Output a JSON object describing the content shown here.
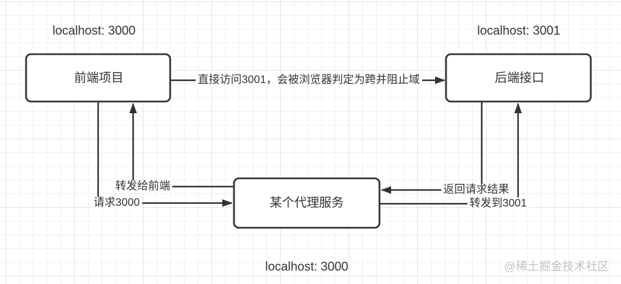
{
  "diagram": {
    "host_labels": {
      "frontend": "localhost: 3000",
      "backend": "localhost: 3001",
      "proxy": "localhost: 3000"
    },
    "nodes": {
      "frontend": {
        "label": "前端项目"
      },
      "backend": {
        "label": "后端接口"
      },
      "proxy": {
        "label": "某个代理服务"
      }
    },
    "edges": {
      "frontend_to_backend": {
        "label": "直接访问3001，会被浏览器判定为跨并阻止域",
        "from": "前端项目",
        "to": "后端接口"
      },
      "proxy_to_frontend": {
        "label": "转发给前端",
        "from": "某个代理服务",
        "to": "前端项目"
      },
      "frontend_to_proxy": {
        "label": "请求3000",
        "from": "前端项目",
        "to": "某个代理服务"
      },
      "backend_to_proxy": {
        "label": "返回请求结果",
        "from": "后端接口",
        "to": "某个代理服务"
      },
      "proxy_to_backend": {
        "label": "转发到3001",
        "from": "某个代理服务",
        "to": "后端接口"
      }
    },
    "watermark": "@稀土掘金技术社区",
    "colors": {
      "stroke": "#333333",
      "node_fill": "#ffffff",
      "background": "#ffffff",
      "grid_minor": "#f1f1f1",
      "grid_major": "#e5e5e5",
      "watermark": "#c3c3c3"
    }
  }
}
